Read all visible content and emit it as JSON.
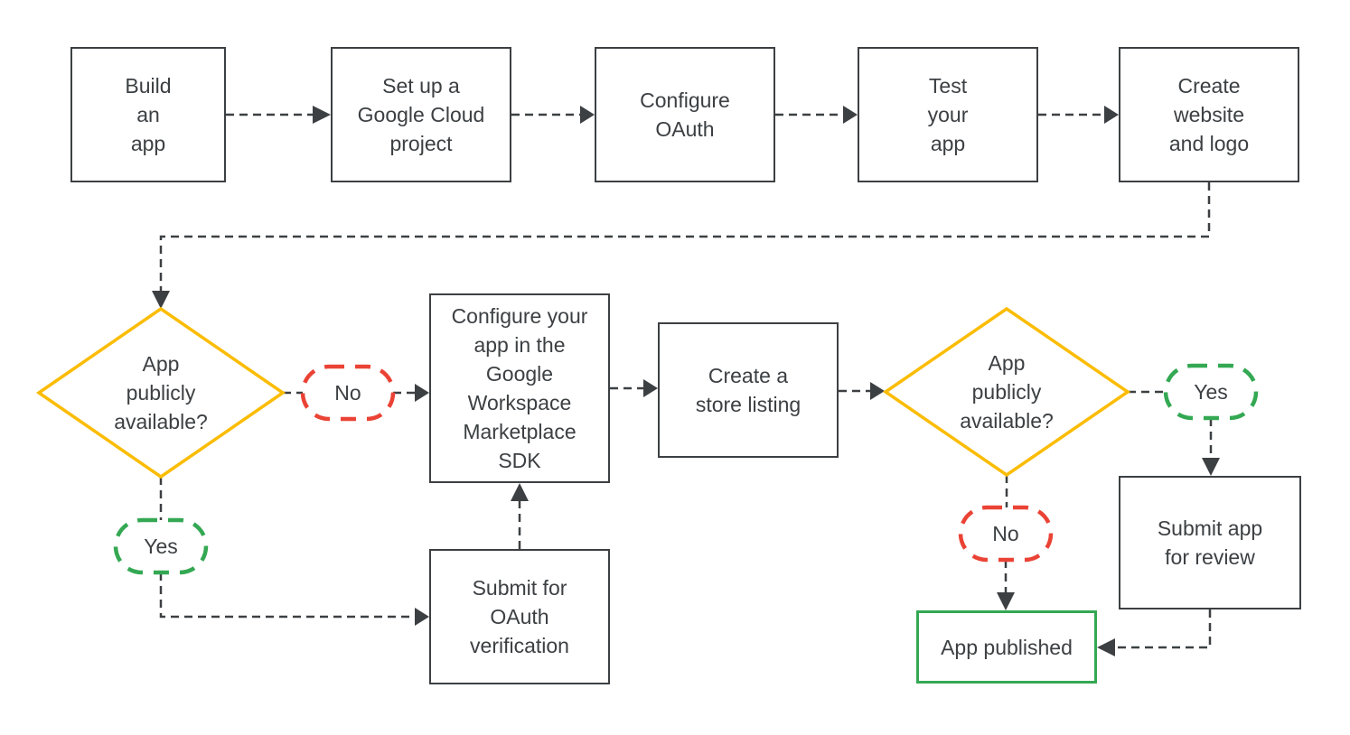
{
  "title": "Google Workspace Marketplace app publishing flowchart",
  "colors": {
    "line": "#3c4043",
    "text": "#3c4043",
    "yellow": "#fbbc04",
    "red": "#ea4335",
    "green": "#34a853"
  },
  "nodes": {
    "build_app": {
      "label": "Build\nan\napp"
    },
    "setup_gcp": {
      "label": "Set up a\nGoogle Cloud\nproject"
    },
    "configure_oauth": {
      "label": "Configure\nOAuth"
    },
    "test_app": {
      "label": "Test\nyour\napp"
    },
    "create_website": {
      "label": "Create\nwebsite\nand logo"
    },
    "decision1": {
      "label": "App\npublicly\navailable?"
    },
    "no1": {
      "label": "No"
    },
    "yes1": {
      "label": "Yes"
    },
    "configure_marketplace": {
      "label": "Configure your\napp in the\nGoogle\nWorkspace\nMarketplace\nSDK"
    },
    "submit_oauth": {
      "label": "Submit for\nOAuth\nverification"
    },
    "store_listing": {
      "label": "Create a\nstore listing"
    },
    "decision2": {
      "label": "App\npublicly\navailable?"
    },
    "yes2": {
      "label": "Yes"
    },
    "no2": {
      "label": "No"
    },
    "submit_review": {
      "label": "Submit app\nfor review"
    },
    "app_published": {
      "label": "App published"
    }
  }
}
